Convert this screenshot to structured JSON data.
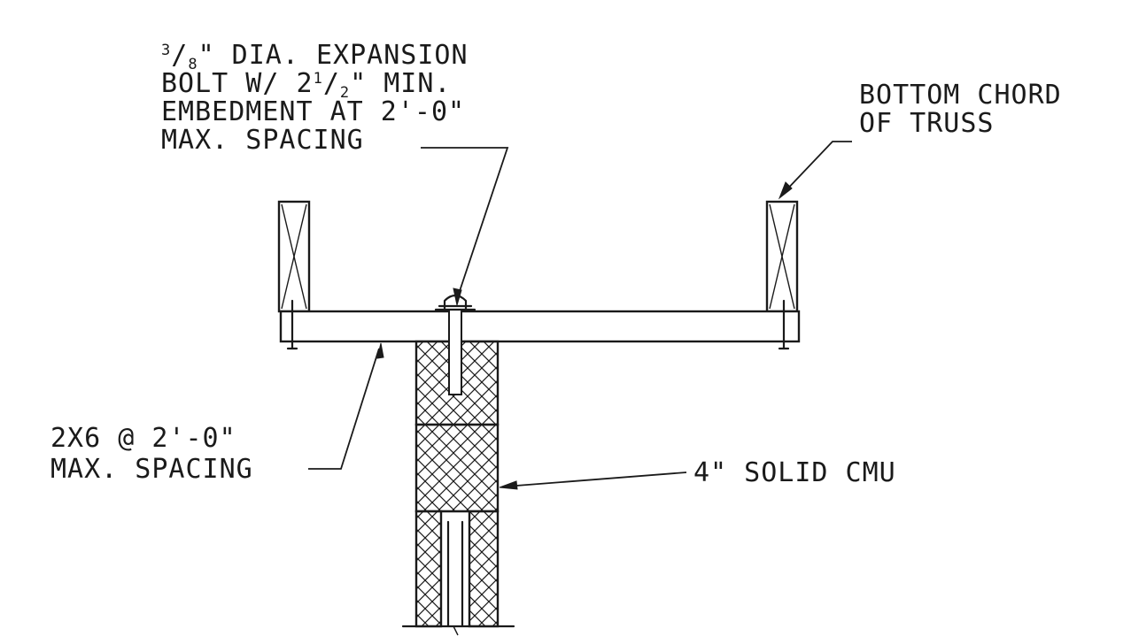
{
  "notes": {
    "bolt": {
      "dia_prefix_num": "3",
      "dia_prefix_den": "8",
      "line1_rest": "\" DIA. EXPANSION",
      "line2_a": "BOLT W/ 2",
      "line2_num": "1",
      "line2_den": "2",
      "line2_b": "\" MIN.",
      "line3": "EMBEDMENT AT 2'-0\"",
      "line4": "MAX. SPACING"
    },
    "truss": {
      "line1": "BOTTOM CHORD",
      "line2": "OF TRUSS"
    },
    "joist": {
      "line1": "2X6 @ 2'-0\"",
      "line2": "MAX. SPACING"
    },
    "cmu": {
      "line1": "4\" SOLID CMU"
    }
  },
  "colors": {
    "ink": "#1a1a1a",
    "paper": "#ffffff"
  }
}
